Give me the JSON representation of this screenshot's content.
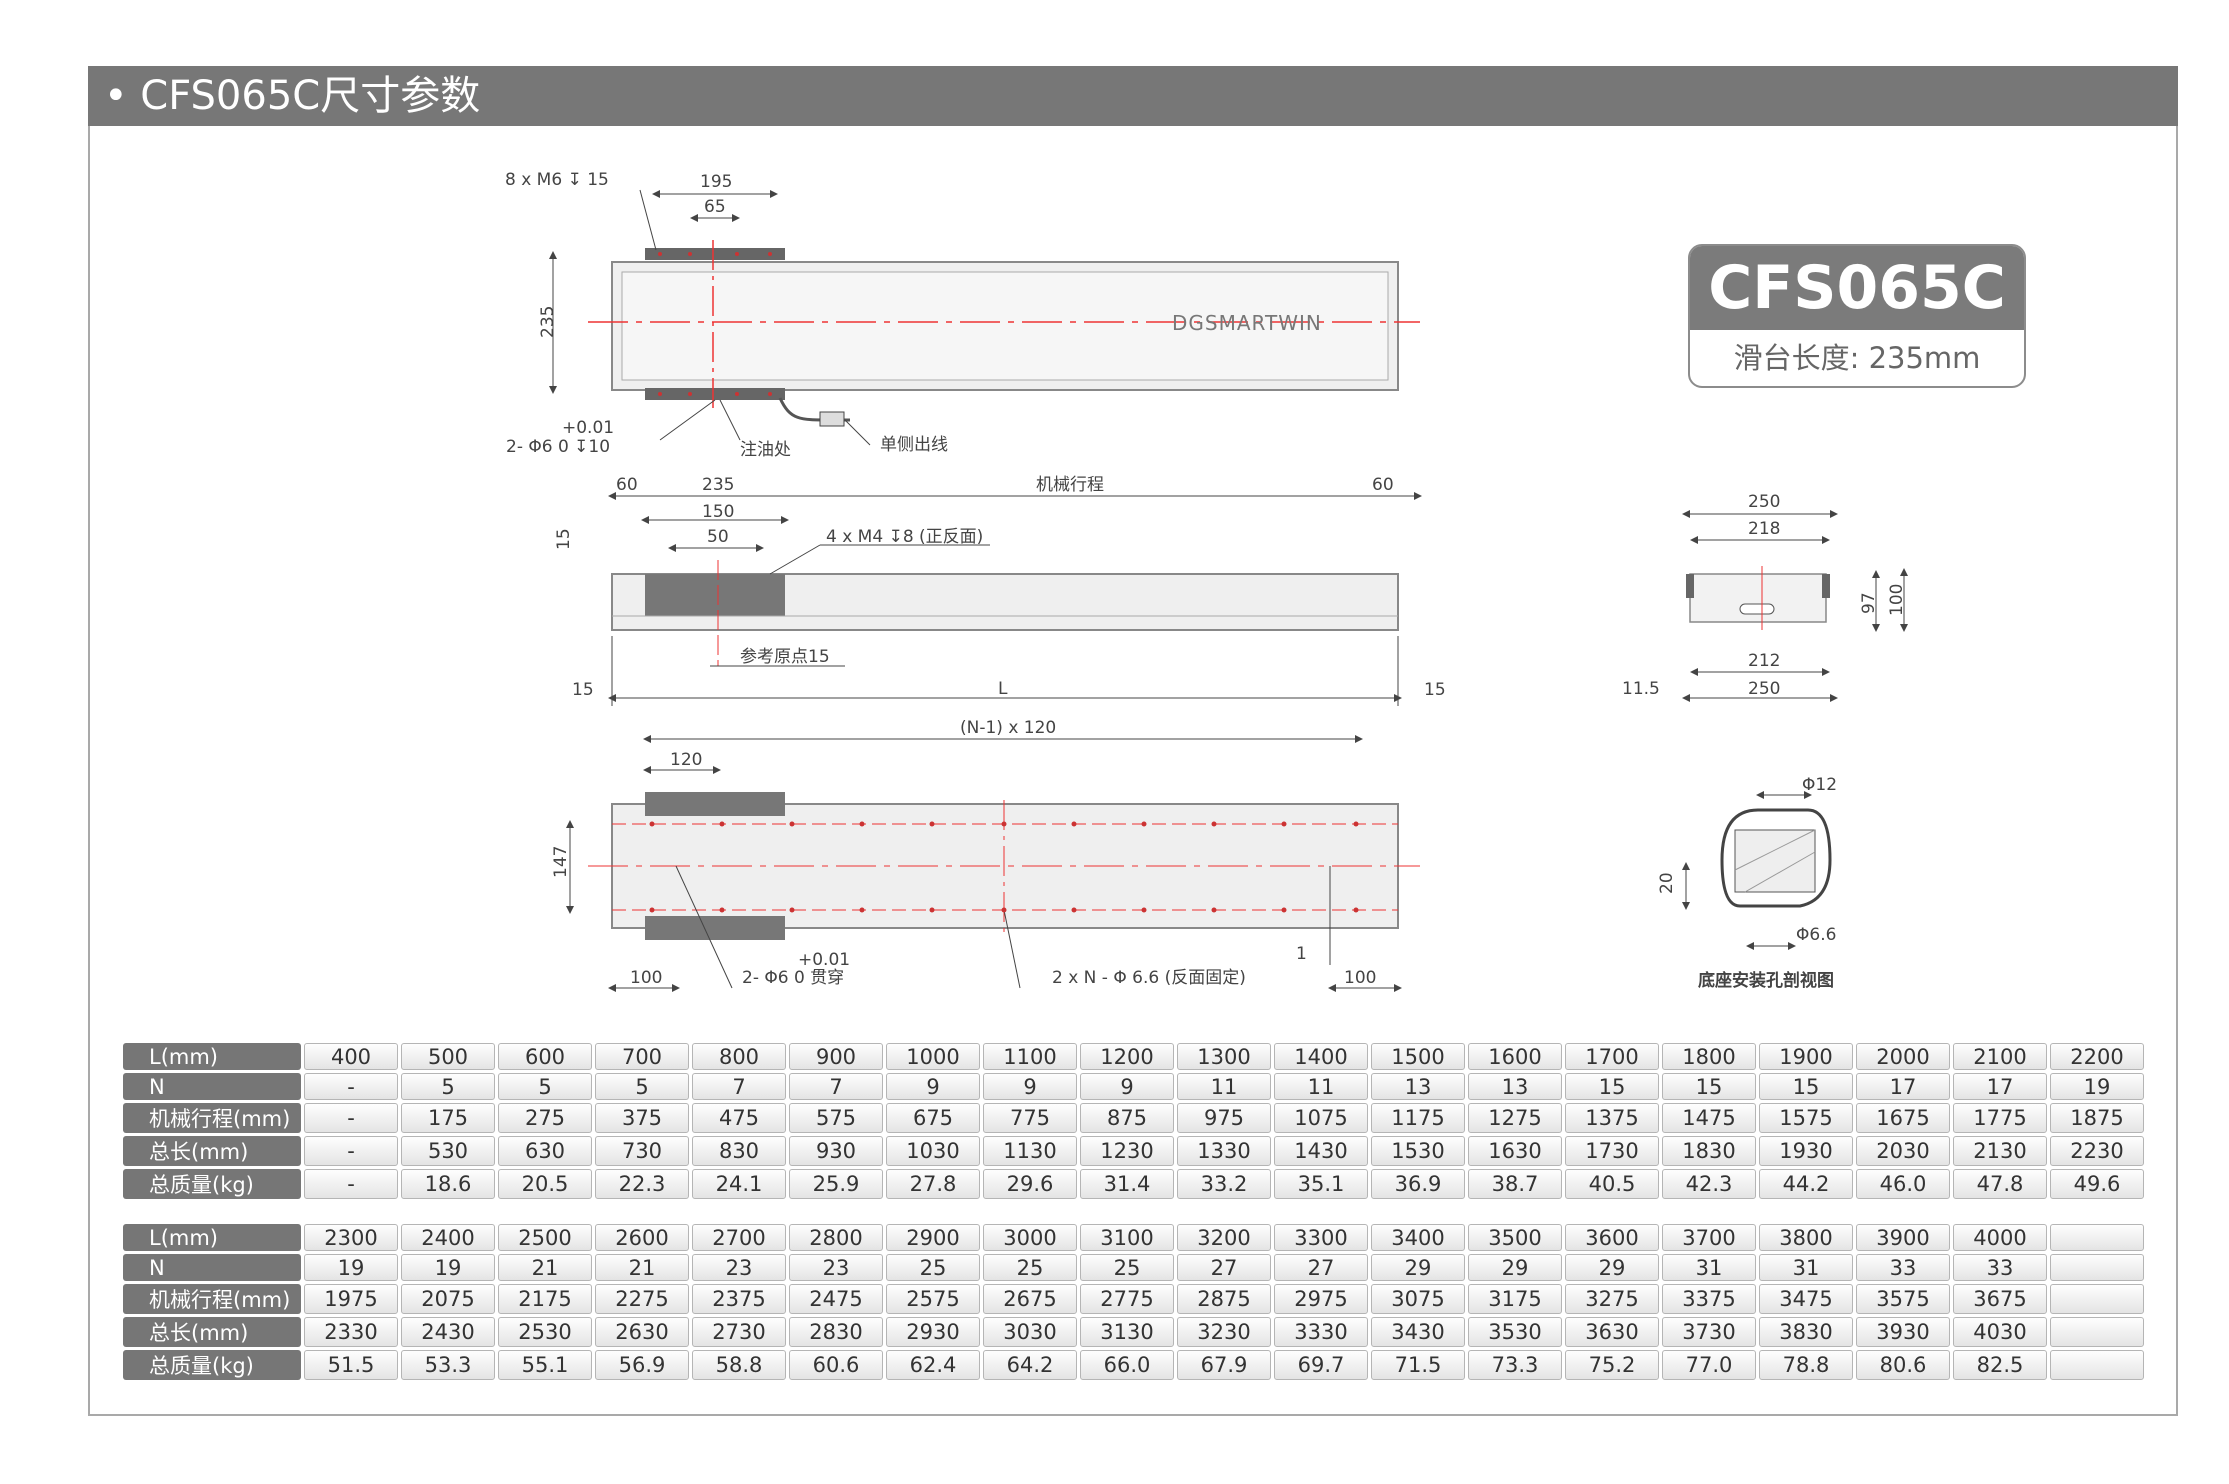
{
  "section_title": "• CFS065C尺寸参数",
  "badge": {
    "model": "CFS065C",
    "subtitle": "滑台长度: 235mm"
  },
  "labels": {
    "m6": "8 x M6  ↧ 15",
    "d195": "195",
    "d65": "65",
    "d235v": "235",
    "pin_tol": "+0.01",
    "pin_a": "2- Φ6   0    ↧10",
    "oil": "注油处",
    "cable": "单侧出线",
    "brand": "DGSMARTWIN",
    "d60a": "60",
    "d235": "235",
    "stroke": "机械行程",
    "d60b": "60",
    "d150": "150",
    "d50": "50",
    "m4": "4 x M4  ↧8 (正反面)",
    "d15v": "15",
    "ref": "参考原点15",
    "d15a": "15",
    "L": "L",
    "d15b": "15",
    "n120": "(N-1) x 120",
    "d120": "120",
    "d147": "147",
    "d100a": "100",
    "pin_tol2": "+0.01",
    "pin_b": "2- Φ6   0    贯穿",
    "fix": "2 x N - Φ 6.6 (反面固定)",
    "d1": "1",
    "d100b": "100",
    "e250a": "250",
    "e218": "218",
    "e97": "97",
    "e100": "100",
    "e212": "212",
    "e250b": "250",
    "e115": "11.5",
    "phi12": "Φ12",
    "phi66": "Φ6.6",
    "e20": "20",
    "section": "底座安装孔剖视图"
  },
  "table1": [
    {
      "head": "L(mm)",
      "cells": [
        "400",
        "500",
        "600",
        "700",
        "800",
        "900",
        "1000",
        "1100",
        "1200",
        "1300",
        "1400",
        "1500",
        "1600",
        "1700",
        "1800",
        "1900",
        "2000",
        "2100",
        "2200"
      ]
    },
    {
      "head": "N",
      "cells": [
        "-",
        "5",
        "5",
        "5",
        "7",
        "7",
        "9",
        "9",
        "9",
        "11",
        "11",
        "13",
        "13",
        "15",
        "15",
        "15",
        "17",
        "17",
        "19"
      ]
    },
    {
      "head": "机械行程(mm)",
      "cells": [
        "-",
        "175",
        "275",
        "375",
        "475",
        "575",
        "675",
        "775",
        "875",
        "975",
        "1075",
        "1175",
        "1275",
        "1375",
        "1475",
        "1575",
        "1675",
        "1775",
        "1875"
      ]
    },
    {
      "head": "总长(mm)",
      "cells": [
        "-",
        "530",
        "630",
        "730",
        "830",
        "930",
        "1030",
        "1130",
        "1230",
        "1330",
        "1430",
        "1530",
        "1630",
        "1730",
        "1830",
        "1930",
        "2030",
        "2130",
        "2230"
      ]
    },
    {
      "head": "总质量(kg)",
      "cells": [
        "-",
        "18.6",
        "20.5",
        "22.3",
        "24.1",
        "25.9",
        "27.8",
        "29.6",
        "31.4",
        "33.2",
        "35.1",
        "36.9",
        "38.7",
        "40.5",
        "42.3",
        "44.2",
        "46.0",
        "47.8",
        "49.6"
      ]
    }
  ],
  "table2": [
    {
      "head": "L(mm)",
      "cells": [
        "2300",
        "2400",
        "2500",
        "2600",
        "2700",
        "2800",
        "2900",
        "3000",
        "3100",
        "3200",
        "3300",
        "3400",
        "3500",
        "3600",
        "3700",
        "3800",
        "3900",
        "4000",
        ""
      ]
    },
    {
      "head": "N",
      "cells": [
        "19",
        "19",
        "21",
        "21",
        "23",
        "23",
        "25",
        "25",
        "25",
        "27",
        "27",
        "29",
        "29",
        "29",
        "31",
        "31",
        "33",
        "33",
        ""
      ]
    },
    {
      "head": "机械行程(mm)",
      "cells": [
        "1975",
        "2075",
        "2175",
        "2275",
        "2375",
        "2475",
        "2575",
        "2675",
        "2775",
        "2875",
        "2975",
        "3075",
        "3175",
        "3275",
        "3375",
        "3475",
        "3575",
        "3675",
        ""
      ]
    },
    {
      "head": "总长(mm)",
      "cells": [
        "2330",
        "2430",
        "2530",
        "2630",
        "2730",
        "2830",
        "2930",
        "3030",
        "3130",
        "3230",
        "3330",
        "3430",
        "3530",
        "3630",
        "3730",
        "3830",
        "3930",
        "4030",
        ""
      ]
    },
    {
      "head": "总质量(kg)",
      "cells": [
        "51.5",
        "53.3",
        "55.1",
        "56.9",
        "58.8",
        "60.6",
        "62.4",
        "64.2",
        "66.0",
        "67.9",
        "69.7",
        "71.5",
        "73.3",
        "75.2",
        "77.0",
        "78.8",
        "80.6",
        "82.5",
        ""
      ]
    }
  ]
}
